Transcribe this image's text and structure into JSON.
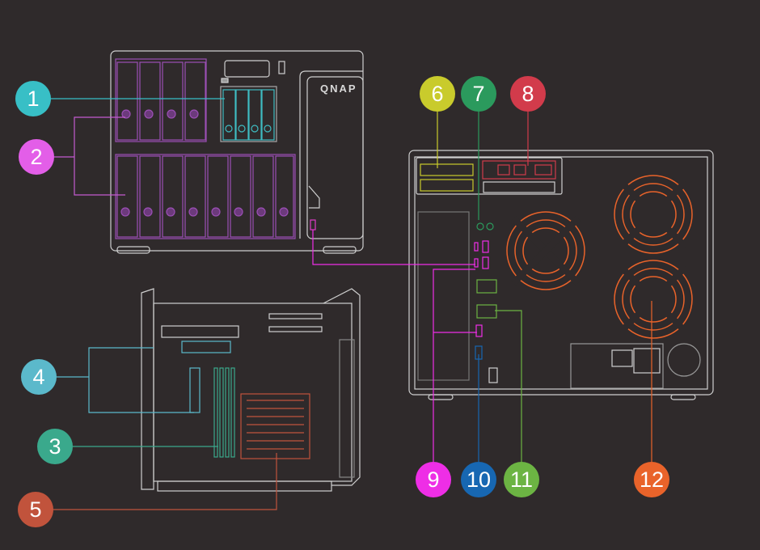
{
  "logo_text": "QNAP",
  "callouts": [
    {
      "label": "1",
      "color": "#38bfc6"
    },
    {
      "label": "2",
      "color": "#e35ee8"
    },
    {
      "label": "3",
      "color": "#3aa98c"
    },
    {
      "label": "4",
      "color": "#5bb9cb"
    },
    {
      "label": "5",
      "color": "#c1533c"
    },
    {
      "label": "6",
      "color": "#c9cb2c"
    },
    {
      "label": "7",
      "color": "#2b9a5d"
    },
    {
      "label": "8",
      "color": "#d23b4b"
    },
    {
      "label": "9",
      "color": "#ee2ee6"
    },
    {
      "label": "10",
      "color": "#1767b2"
    },
    {
      "label": "11",
      "color": "#6cb443"
    },
    {
      "label": "12",
      "color": "#e9632a"
    }
  ]
}
